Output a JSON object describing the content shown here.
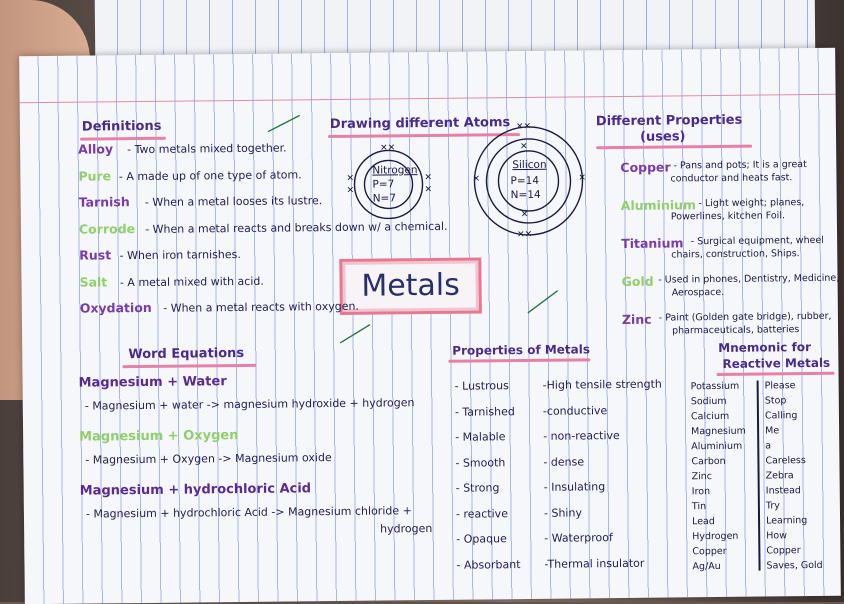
{
  "title": "Metals",
  "definitions": {
    "heading": "Definitions",
    "items": [
      {
        "term": "Alloy",
        "text": "- Two metals mixed together.",
        "color": "#7a3aa8"
      },
      {
        "term": "Pure",
        "text": "- A made up of one type of atom.",
        "color": "#8fd06a"
      },
      {
        "term": "Tarnish",
        "text": "- When a metal looses its lustre.",
        "color": "#7a3aa8"
      },
      {
        "term": "Corrode",
        "text": "- When a metal reacts and breaks down w/ a chemical.",
        "color": "#8fd06a"
      },
      {
        "term": "Rust",
        "text": "- When iron tarnishes.",
        "color": "#7a3aa8"
      },
      {
        "term": "Salt",
        "text": "- A metal mixed with acid.",
        "color": "#8fd06a"
      },
      {
        "term": "Oxydation",
        "text": "- When a metal reacts with oxygen.",
        "color": "#7a3aa8"
      }
    ]
  },
  "atoms": {
    "heading": "Drawing different Atoms",
    "nitrogen": {
      "name": "Nitrogen",
      "p": "P=7",
      "n": "N=7"
    },
    "silicon": {
      "name": "Silicon",
      "p": "P=14",
      "n": "N=14"
    }
  },
  "properties_uses": {
    "heading": "Different Properties",
    "subheading": "(uses)",
    "items": [
      {
        "metal": "Copper",
        "use": "- Pans and pots; It is a great",
        "use2": "conductor and heats fast.",
        "color": "#7a3aa8"
      },
      {
        "metal": "Aluminium",
        "use": "- Light weight; planes,",
        "use2": "Powerlines, kitchen Foil.",
        "color": "#8fd06a"
      },
      {
        "metal": "Titanium",
        "use": "- Surgical equipment, wheel",
        "use2": "chairs, construction, Ships.",
        "color": "#7a3aa8"
      },
      {
        "metal": "Gold",
        "use": "- Used in phones, Dentistry, Medicine,",
        "use2": "Aerospace.",
        "color": "#8fd06a"
      },
      {
        "metal": "Zinc",
        "use": "- Paint (Golden gate bridge), rubber,",
        "use2": "pharmaceuticals, batteries",
        "color": "#7a3aa8"
      }
    ]
  },
  "word_equations": {
    "heading": "Word Equations",
    "items": [
      {
        "title": "Magnesium + Water",
        "eq": "- Magnesium + water -> magnesium hydroxide + hydrogen",
        "eq2": "",
        "color": "#5a2a90"
      },
      {
        "title": "Magnesium + Oxygen",
        "eq": "- Magnesium + Oxygen -> Magnesium oxide",
        "eq2": "",
        "color": "#8fd06a"
      },
      {
        "title": "Magnesium + hydrochloric Acid",
        "eq": "- Magnesium + hydrochloric Acid -> Magnesium chloride +",
        "eq2": "hydrogen",
        "color": "#5a2a90"
      }
    ]
  },
  "properties_of_metals": {
    "heading": "Properties of Metals",
    "left": [
      "- Lustrous",
      "- Tarnished",
      "- Malable",
      "- Smooth",
      "- Strong",
      "- reactive",
      "- Opaque",
      "- Absorbant"
    ],
    "right": [
      "-High tensile strength",
      "-conductive",
      "- non-reactive",
      "- dense",
      "- Insulating",
      "- Shiny",
      "- Waterproof",
      "-Thermal insulator"
    ]
  },
  "mnemonic": {
    "heading": "Mnemonic for",
    "heading2": "Reactive Metals",
    "metals": [
      "Potassium",
      "Sodium",
      "Calcium",
      "Magnesium",
      "Aluminium",
      "Carbon",
      "Zinc",
      "Iron",
      "Tin",
      "Lead",
      "Hydrogen",
      "Copper",
      "Ag/Au"
    ],
    "words": [
      "Please",
      "Stop",
      "Calling",
      "Me",
      "a",
      "Careless",
      "Zebra",
      "Instead",
      "Try",
      "Learning",
      "How",
      "Copper",
      "Saves, Gold"
    ]
  }
}
